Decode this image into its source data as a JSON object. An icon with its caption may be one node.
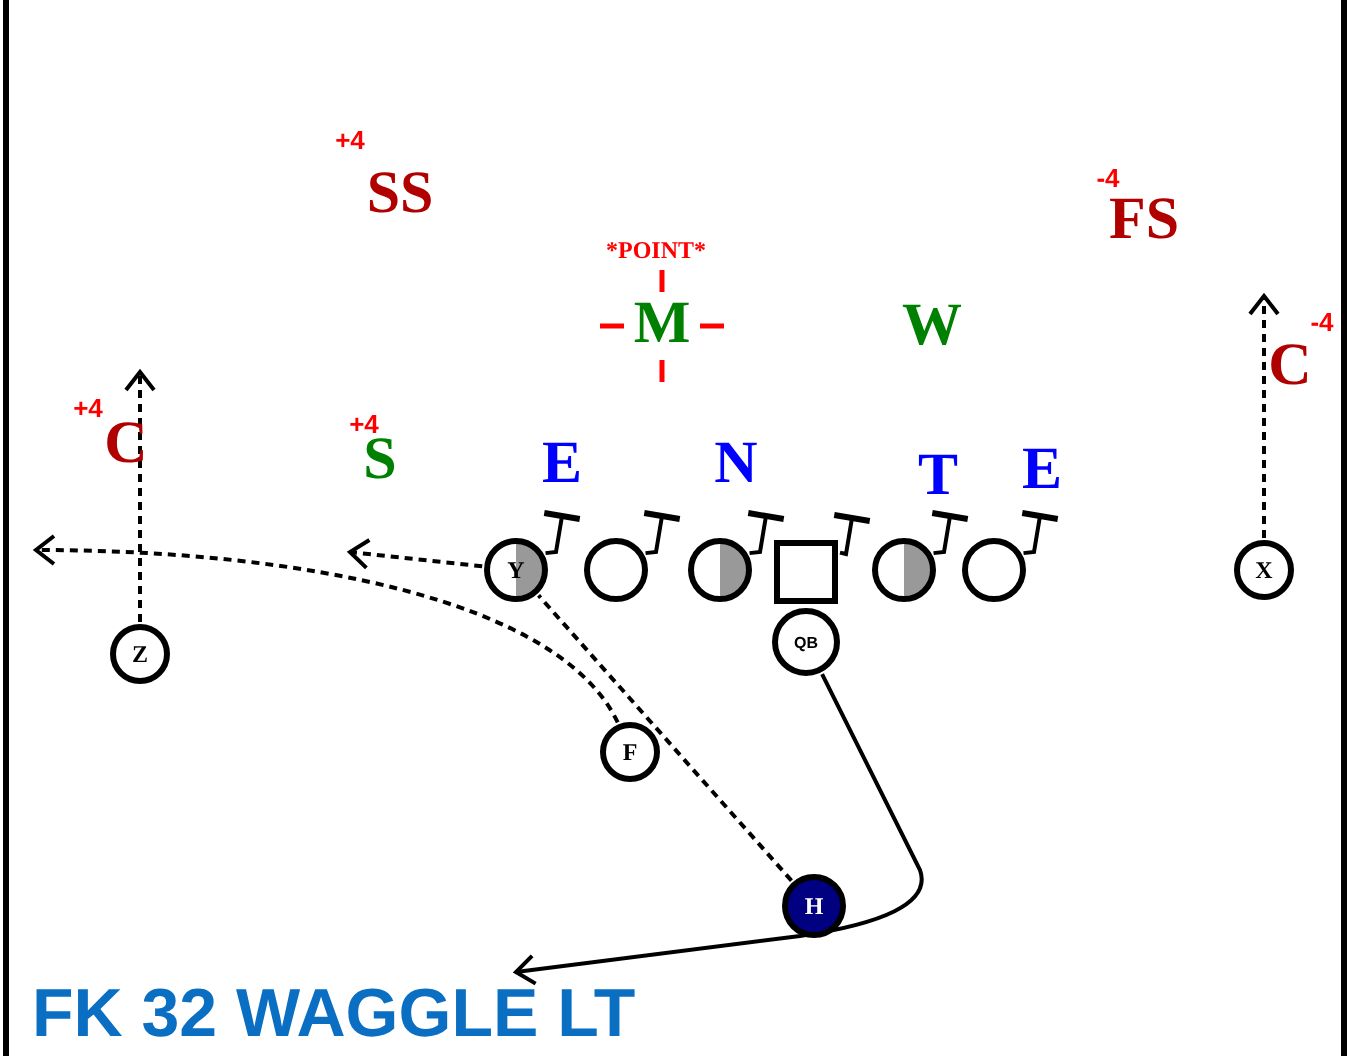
{
  "diagram": {
    "title": "FK 32 WAGGLE LT",
    "nodes": [
      {
        "text": [
          "Y"
        ]
      },
      {
        "text": [],
        "shape": "circle"
      },
      {
        "text": [],
        "shape": "circle"
      },
      {
        "text": [],
        "shape": "box"
      },
      {
        "text": [],
        "shape": "circle"
      },
      {
        "text": [],
        "shape": "circle"
      },
      {
        "text": [
          "X"
        ]
      },
      {
        "text": [
          "Z"
        ]
      },
      {
        "text": [
          "QB"
        ]
      },
      {
        "text": [
          "F"
        ]
      },
      {
        "text": [
          "H"
        ]
      }
    ],
    "edges": [
      {
        "from": 0,
        "to": null,
        "arrow": "to",
        "style": "dashed"
      },
      {
        "from": 7,
        "to": null,
        "arrow": "to",
        "style": "dashed"
      },
      {
        "from": 6,
        "to": null,
        "arrow": "to",
        "style": "dashed"
      },
      {
        "from": 9,
        "to": null,
        "arrow": "to",
        "style": "dashed"
      },
      {
        "from": 10,
        "to": 0,
        "arrow": "none",
        "style": "dashed"
      },
      {
        "from": 8,
        "to": null,
        "arrow": "to"
      },
      {
        "from": 0,
        "to": null,
        "arrow": "other"
      },
      {
        "from": 1,
        "to": null,
        "arrow": "other"
      },
      {
        "from": 2,
        "to": null,
        "arrow": "other"
      },
      {
        "from": 3,
        "to": null,
        "arrow": "other"
      },
      {
        "from": 4,
        "to": null,
        "arrow": "other"
      },
      {
        "from": 5,
        "to": null,
        "arrow": "other"
      }
    ],
    "labels": [
      "+4",
      "SS",
      "-4",
      "FS",
      "*POINT*",
      "M",
      "W",
      "-4",
      "C",
      "+4",
      "C",
      "+4",
      "S",
      "E",
      "N",
      "T",
      "E"
    ]
  }
}
